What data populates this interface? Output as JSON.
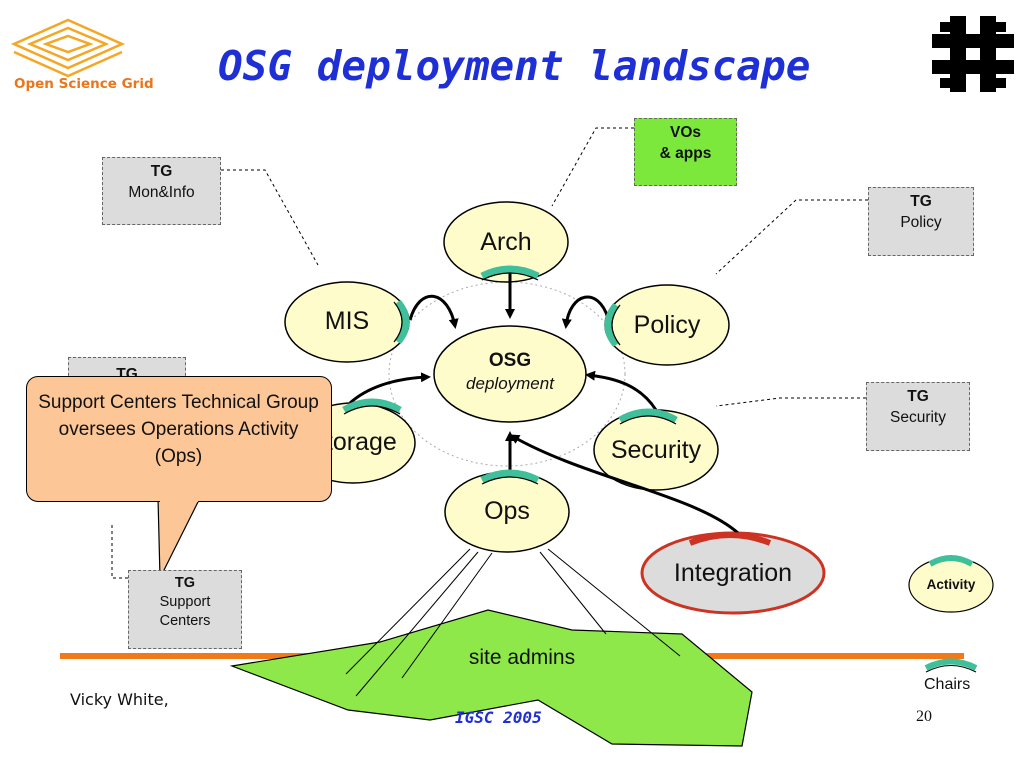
{
  "slide": {
    "title": "OSG deployment landscape",
    "logo_text": "Open Science Grid",
    "page_number": "20",
    "footer_left": "Vicky White,",
    "footer_middle": "IGSC 2005"
  },
  "center": {
    "title": "OSG",
    "subtitle": "deployment"
  },
  "activities": {
    "arch": "Arch",
    "mis": "MIS",
    "policy": "Policy",
    "storage": "Storage",
    "security": "Security",
    "ops": "Ops",
    "integration": "Integration"
  },
  "tg_boxes": {
    "mon_info": {
      "title": "TG",
      "label": "Mon&Info"
    },
    "policy": {
      "title": "TG",
      "label": "Policy"
    },
    "security": {
      "title": "TG",
      "label": "Security"
    },
    "storage": {
      "title": "TG"
    },
    "support": {
      "title": "TG",
      "label_line1": "Support",
      "label_line2": "Centers"
    }
  },
  "vos_box": {
    "line1": "VOs",
    "line2": "& apps"
  },
  "callout": {
    "text": "Support Centers Technical Group oversees Operations Activity (Ops)"
  },
  "site_admins": "site admins",
  "legend": {
    "activity": "Activity",
    "chairs": "Chairs"
  },
  "colors": {
    "title_blue": "#1f2fd6",
    "node_fill": "#fffccc",
    "chair_teal": "#3fbf9a",
    "integration_red": "#cc3322",
    "vos_green": "#7ce83c",
    "site_admins_green": "#8ee84a",
    "orange_rule": "#f07a18",
    "callout_fill": "#fcc697",
    "logo_orange": "#e9761a"
  }
}
